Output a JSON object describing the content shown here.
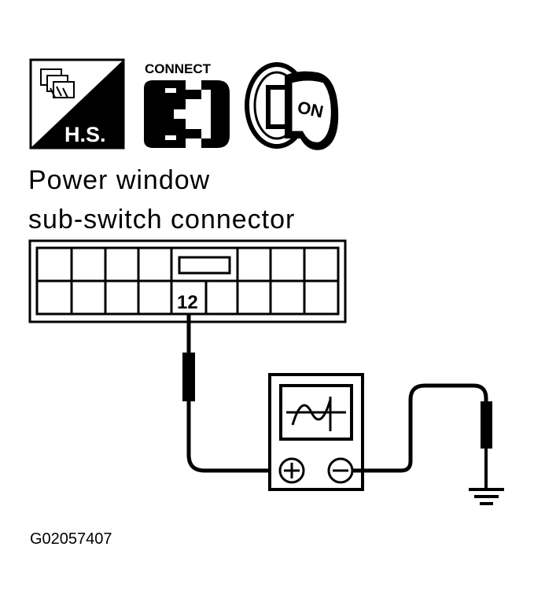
{
  "icons": {
    "harness_icon": {
      "label": "H.S.",
      "name": "harness-connector-disconnected-icon"
    },
    "connect_icon": {
      "label": "CONNECT",
      "name": "connector-connect-icon"
    },
    "ignition_icon": {
      "label": "ON",
      "name": "ignition-key-on-icon"
    }
  },
  "title": {
    "line1": "Power window",
    "line2": "sub-switch connector"
  },
  "connector": {
    "pin_label": "12"
  },
  "meter": {
    "symbol": "oscilloscope",
    "positive_label": "⊕",
    "negative_label": "⊖"
  },
  "ground": {
    "name": "ground-symbol"
  },
  "figure_id": "G02057407"
}
